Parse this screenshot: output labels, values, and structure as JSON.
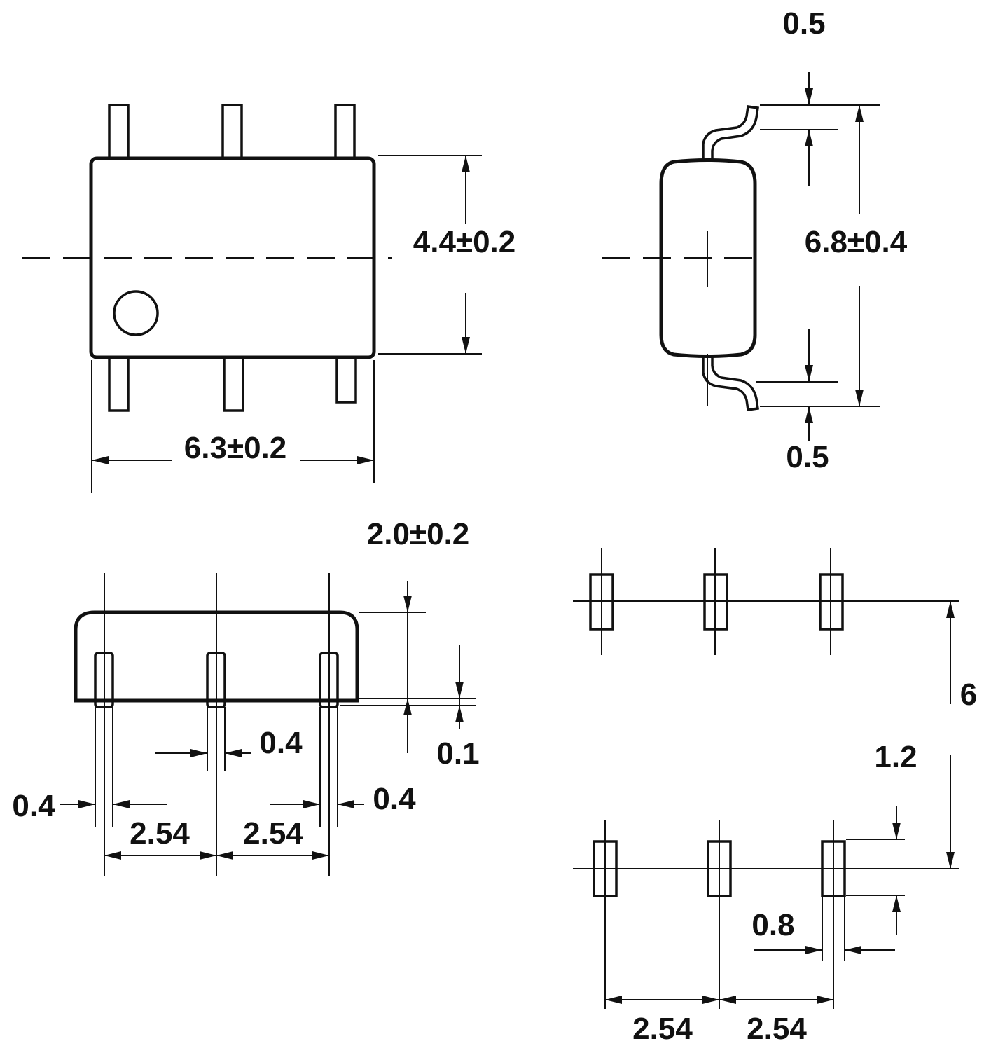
{
  "top_view": {
    "height_dim": "4.4±0.2",
    "width_dim": "6.3±0.2"
  },
  "side_view": {
    "height_dim": "6.8±0.4",
    "lead_top_dim": "0.5",
    "lead_bottom_dim": "0.5"
  },
  "front_view": {
    "body_height_dim": "2.0±0.2",
    "standoff_dim": "0.1",
    "lead_width_middle": "0.4",
    "lead_width_left": "0.4",
    "lead_width_right": "0.4",
    "pitch_left": "2.54",
    "pitch_right": "2.54"
  },
  "land_pattern": {
    "row_spacing_dim": "6",
    "pad_length_dim": "1.2",
    "pad_width_dim": "0.8",
    "pitch_left": "2.54",
    "pitch_right": "2.54"
  }
}
